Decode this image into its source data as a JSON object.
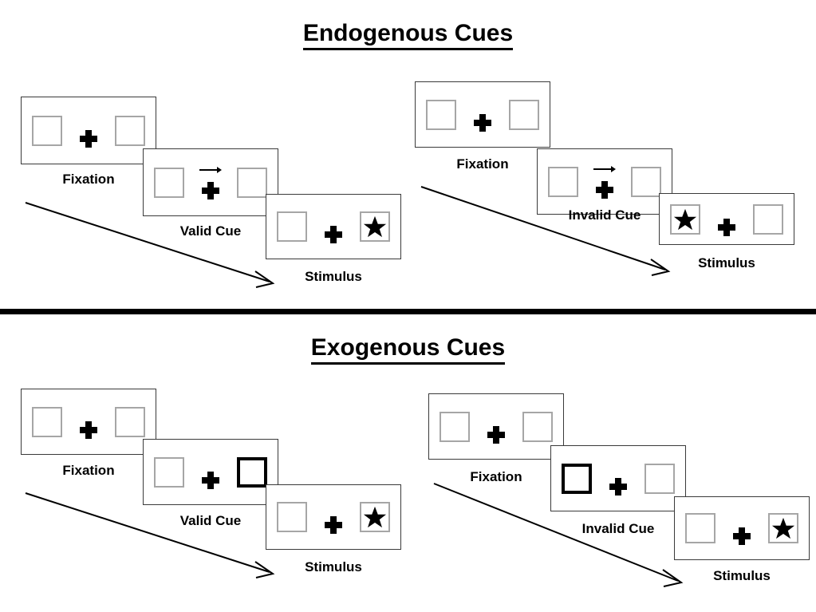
{
  "figure": {
    "title_top": "Endogenous Cues",
    "title_bottom": "Exogenous Cues",
    "background_color": "#ffffff",
    "line_color": "#3a3a3a",
    "box_border_color": "#a6a6a6",
    "highlight_color": "#000000"
  },
  "sections": [
    {
      "id": "endogenous",
      "title": "Endogenous Cues",
      "columns": [
        {
          "id": "endogenous-valid",
          "panels": [
            {
              "id": "endo-valid-fixation",
              "caption": "Fixation",
              "left_content": "empty",
              "right_content": "empty",
              "cue": "none",
              "highlight": "none"
            },
            {
              "id": "endo-valid-cue",
              "caption": "Valid Cue",
              "left_content": "empty",
              "right_content": "empty",
              "cue": "arrow-right",
              "highlight": "none"
            },
            {
              "id": "endo-valid-stimulus",
              "caption": "Stimulus",
              "left_content": "empty",
              "right_content": "star",
              "cue": "none",
              "highlight": "none"
            }
          ]
        },
        {
          "id": "endogenous-invalid",
          "panels": [
            {
              "id": "endo-invalid-fixation",
              "caption": "Fixation",
              "left_content": "empty",
              "right_content": "empty",
              "cue": "none",
              "highlight": "none"
            },
            {
              "id": "endo-invalid-cue",
              "caption": "Invalid Cue",
              "left_content": "empty",
              "right_content": "empty",
              "cue": "arrow-right",
              "highlight": "none"
            },
            {
              "id": "endo-invalid-stimulus",
              "caption": "Stimulus",
              "left_content": "star",
              "right_content": "empty",
              "cue": "none",
              "highlight": "none"
            }
          ]
        }
      ]
    },
    {
      "id": "exogenous",
      "title": "Exogenous Cues",
      "columns": [
        {
          "id": "exogenous-valid",
          "panels": [
            {
              "id": "exo-valid-fixation",
              "caption": "Fixation",
              "left_content": "empty",
              "right_content": "empty",
              "cue": "none",
              "highlight": "none"
            },
            {
              "id": "exo-valid-cue",
              "caption": "Valid Cue",
              "left_content": "empty",
              "right_content": "empty",
              "cue": "none",
              "highlight": "right"
            },
            {
              "id": "exo-valid-stimulus",
              "caption": "Stimulus",
              "left_content": "empty",
              "right_content": "star",
              "cue": "none",
              "highlight": "none"
            }
          ]
        },
        {
          "id": "exogenous-invalid",
          "panels": [
            {
              "id": "exo-invalid-fixation",
              "caption": "Fixation",
              "left_content": "empty",
              "right_content": "empty",
              "cue": "none",
              "highlight": "none"
            },
            {
              "id": "exo-invalid-cue",
              "caption": "Invalid Cue",
              "left_content": "empty",
              "right_content": "empty",
              "cue": "none",
              "highlight": "left"
            },
            {
              "id": "exo-invalid-stimulus",
              "caption": "Stimulus",
              "left_content": "empty",
              "right_content": "star",
              "cue": "none",
              "highlight": "none"
            }
          ]
        }
      ]
    }
  ],
  "icons": {
    "cue_arrow": "arrow-right-icon",
    "fixation": "plus-cross-icon",
    "target": "star-icon",
    "flow": "diagonal-arrow-icon"
  }
}
